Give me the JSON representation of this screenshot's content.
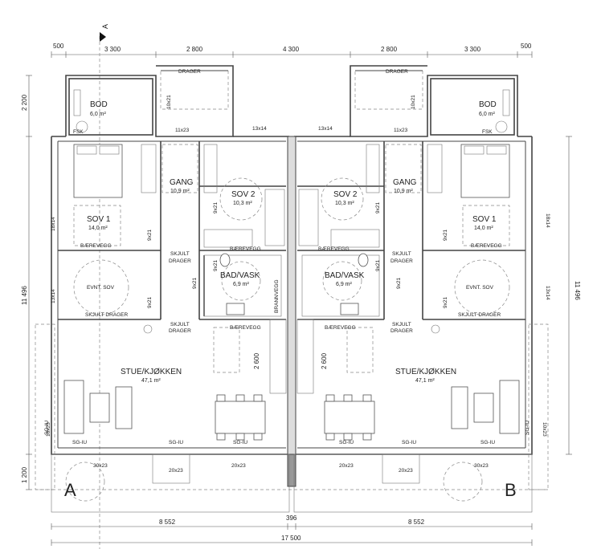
{
  "section_marker": "A",
  "dims_top": [
    "500",
    "3 300",
    "2 800",
    "4 300",
    "2 800",
    "3 300",
    "500"
  ],
  "dims_left": {
    "top": "2 200",
    "total": "11 496",
    "bottom": "1 200"
  },
  "dims_right": {
    "total": "11 496"
  },
  "dims_bottom": {
    "middle": "396",
    "left": "8 552",
    "right": "8 552",
    "total": "17 500"
  },
  "dim_2600": "2 600",
  "unit_a": {
    "label": "A",
    "bod": {
      "name": "BOD",
      "area": "6,0 m²"
    },
    "gang": {
      "name": "GANG",
      "area": "10,9 m²"
    },
    "sov2": {
      "name": "SOV 2",
      "area": "10,3 m²"
    },
    "sov1": {
      "name": "SOV 1",
      "area": "14,0 m²"
    },
    "bad": {
      "name": "BAD/VASK",
      "area": "6,9 m²"
    },
    "evnt_sov": "EVNT. SOV",
    "stue": {
      "name": "STUE/KJØKKEN",
      "area": "47,1 m²"
    }
  },
  "unit_b": {
    "label": "B",
    "bod": {
      "name": "BOD",
      "area": "6,0 m²"
    },
    "gang": {
      "name": "GANG",
      "area": "10,9 m²"
    },
    "sov2": {
      "name": "SOV 2",
      "area": "10,3 m²"
    },
    "sov1": {
      "name": "SOV 1",
      "area": "14,0 m²"
    },
    "bad": {
      "name": "BAD/VASK",
      "area": "6,9 m²"
    },
    "evnt_sov": "EVNT. SOV",
    "stue": {
      "name": "STUE/KJØKKEN",
      "area": "47,1 m²"
    }
  },
  "labels": {
    "drager": "DRAGER",
    "barevegg": "BÆREVEGG",
    "skjult_drager": "SKJULT DRAGER",
    "skjult": "SKJULT",
    "drager_short": "DRAGER",
    "sg_iu": "SG-IU",
    "brann": "BRANNVEGG",
    "fsk": "FSK"
  },
  "openings": {
    "o10x21": "10x21",
    "o11x23": "11x23",
    "o13x14": "13x14",
    "o9x21": "9x21",
    "o18x14": "18x14",
    "o10x23": "10x23",
    "o30x23": "30x23",
    "o20x23": "20x23"
  }
}
